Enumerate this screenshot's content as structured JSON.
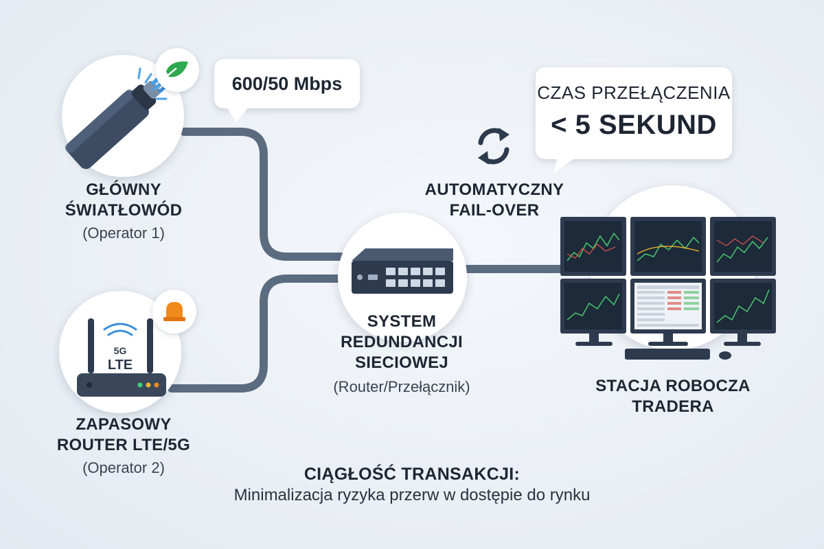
{
  "fiber": {
    "title_line1": "GŁÓWNY",
    "title_line2": "ŚWIATŁOWÓD",
    "operator": "(Operator 1)"
  },
  "speed_bubble": {
    "text": "600/50 Mbps"
  },
  "lte": {
    "title_line1": "ZAPASOWY",
    "title_line2": "ROUTER LTE/5G",
    "operator": "(Operator 2)",
    "router_text_5g": "5G",
    "router_text_lte": "LTE"
  },
  "switch": {
    "title_line1": "SYSTEM",
    "title_line2": "REDUNDANCJI",
    "title_line3": "SIECIOWEJ",
    "subtitle": "(Router/Przełącznik)"
  },
  "failover": {
    "line1": "AUTOMATYCZNY",
    "line2": "FAIL-OVER"
  },
  "switch_time_bubble": {
    "line1": "CZAS PRZEŁĄCZENIA",
    "line2": "< 5 SEKUND"
  },
  "workstation": {
    "line1": "STACJA ROBOCZA",
    "line2": "TRADERA"
  },
  "footer": {
    "title": "CIĄGŁOŚĆ TRANSAKCJI:",
    "subtitle": "Minimalizacja ryzyka przerw w dostępie do rynku"
  },
  "colors": {
    "line": "#5b6b80",
    "fiber_badge": "#2fa84f",
    "alarm_badge": "#f08a1c",
    "dark_device": "#2e3b4e",
    "accent_blue": "#3b8fd9"
  },
  "icons": {
    "fiber_badge": "leaf-check-icon",
    "lte_badge": "alarm-light-icon",
    "failover": "sync-arrows-icon"
  }
}
